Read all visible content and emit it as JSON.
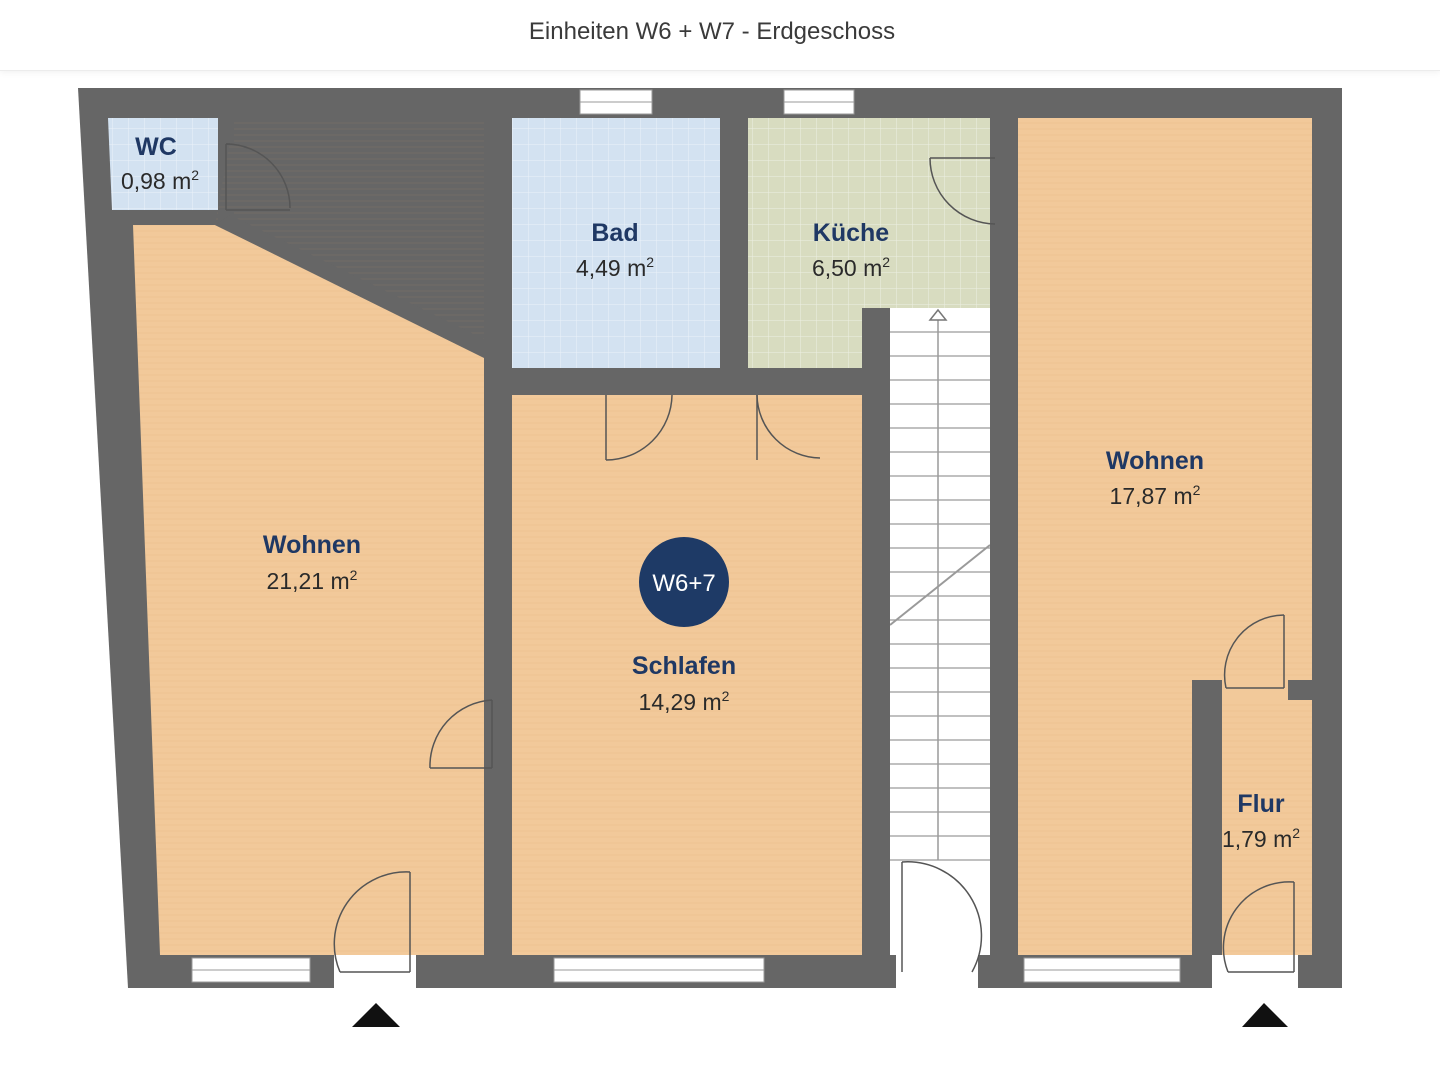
{
  "title": "Einheiten W6 + W7 - Erdgeschoss",
  "badge": {
    "label": "W6+7",
    "color": "#1e3a66"
  },
  "unit": "m",
  "unit_exponent": "2",
  "colors": {
    "wall": "#666666",
    "wood": "#f2c99a",
    "bath": "#d3e2f1",
    "kitchen": "#d8dcc0",
    "stairs": "#ffffff",
    "label": "#1f3864"
  },
  "rooms": {
    "wc": {
      "name": "WC",
      "area": "0,98"
    },
    "wohnen1": {
      "name": "Wohnen",
      "area": "21,21"
    },
    "bad": {
      "name": "Bad",
      "area": "4,49"
    },
    "kueche": {
      "name": "Küche",
      "area": "6,50"
    },
    "schlafen": {
      "name": "Schlafen",
      "area": "14,29"
    },
    "wohnen2": {
      "name": "Wohnen",
      "area": "17,87"
    },
    "flur": {
      "name": "Flur",
      "area": "1,79"
    }
  }
}
